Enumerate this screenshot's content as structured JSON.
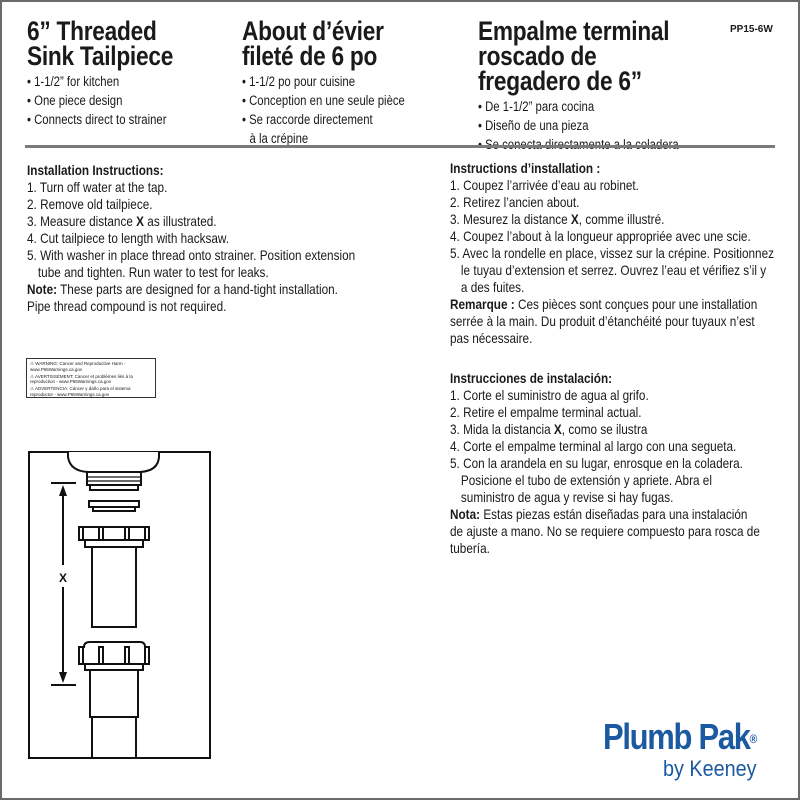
{
  "product_code": "PP15-6W",
  "english": {
    "title_lines": [
      "6” Threaded",
      "Sink Tailpiece"
    ],
    "bullets": [
      "• 1-1/2” for kitchen",
      "• One piece design",
      "• Connects direct to strainer"
    ],
    "instructions_title": "Installation Instructions:",
    "steps": [
      [
        "1. Turn off water at the tap."
      ],
      [
        "2. Remove old tailpiece."
      ],
      [
        "3. Measure distance ",
        "X",
        " as illustrated."
      ],
      [
        "4. Cut tailpiece to length with hacksaw."
      ],
      [
        "5. With washer in place thread onto strainer. Position extension"
      ],
      [
        "tube and tighten. Run water to test for leaks."
      ]
    ],
    "note_label": "Note:",
    "note_lines": [
      " These parts are designed for a hand-tight installation.",
      "Pipe thread compound is not required."
    ]
  },
  "french": {
    "title_lines": [
      "About d’évier",
      "fileté de 6 po"
    ],
    "bullets": [
      "• 1-1/2 po pour cuisine",
      "• Conception en une seule pièce",
      "• Se raccorde directement",
      "à la crépine"
    ],
    "instructions_title": "Instructions d’installation :",
    "steps": [
      [
        "1. Coupez l’arrivée d’eau au robinet."
      ],
      [
        "2. Retirez l’ancien about."
      ],
      [
        "3. Mesurez la distance ",
        "X",
        ", comme illustré."
      ],
      [
        "4. Coupez l’about à la longueur appropriée avec une scie."
      ],
      [
        "5. Avec la rondelle en place, vissez sur la crépine. Positionnez"
      ],
      [
        "le tuyau d’extension et serrez. Ouvrez l’eau et vérifiez s’il y"
      ],
      [
        "a des fuites."
      ]
    ],
    "note_label": "Remarque :",
    "note_lines": [
      " Ces pièces sont conçues pour une installation",
      "serrée à la main. Du produit d’étanchéité pour tuyaux n’est",
      "pas nécessaire."
    ]
  },
  "spanish": {
    "title_lines": [
      "Empalme terminal",
      "roscado de",
      "fregadero de 6”"
    ],
    "bullets": [
      "• De 1-1/2” para cocina",
      "• Diseño de una pieza",
      "• Se conecta directamente a la coladera"
    ],
    "instructions_title": "Instrucciones de instalación:",
    "steps": [
      [
        "1. Corte el suministro de agua al grifo."
      ],
      [
        "2. Retire el empalme terminal actual."
      ],
      [
        "3. Mida la distancia ",
        "X",
        ", como se ilustra"
      ],
      [
        "4. Corte el empalme terminal al largo con una segueta."
      ],
      [
        "5. Con la arandela en su lugar, enrosque en la coladera."
      ],
      [
        "Posicione el tubo de extensión y apriete. Abra el"
      ],
      [
        "suministro de agua y revise si hay fugas."
      ]
    ],
    "note_label": "Nota:",
    "note_lines": [
      " Estas piezas están diseñadas para una instalación",
      "de ajuste a mano. No se requiere compuesto para rosca de",
      "tubería."
    ]
  },
  "warning_box": {
    "lines": [
      "⚠ WARNING: Cancer and Reproductive Harm - www.P65Warnings.ca.gov",
      "⚠ AVERTISSEMENT: Cancer et problèmes liés à la reproduction - www.P65Warnings.ca.gov",
      "⚠ ADVERTENCIA: Cáncer y daño para el sistema reproductor - www.P65Warnings.ca.gov"
    ]
  },
  "diagram": {
    "dimension_label": "X"
  },
  "logo": {
    "brand": "Plumb Pak",
    "registered": "®",
    "byline": "by Keeney",
    "color": "#1b5aa0"
  }
}
